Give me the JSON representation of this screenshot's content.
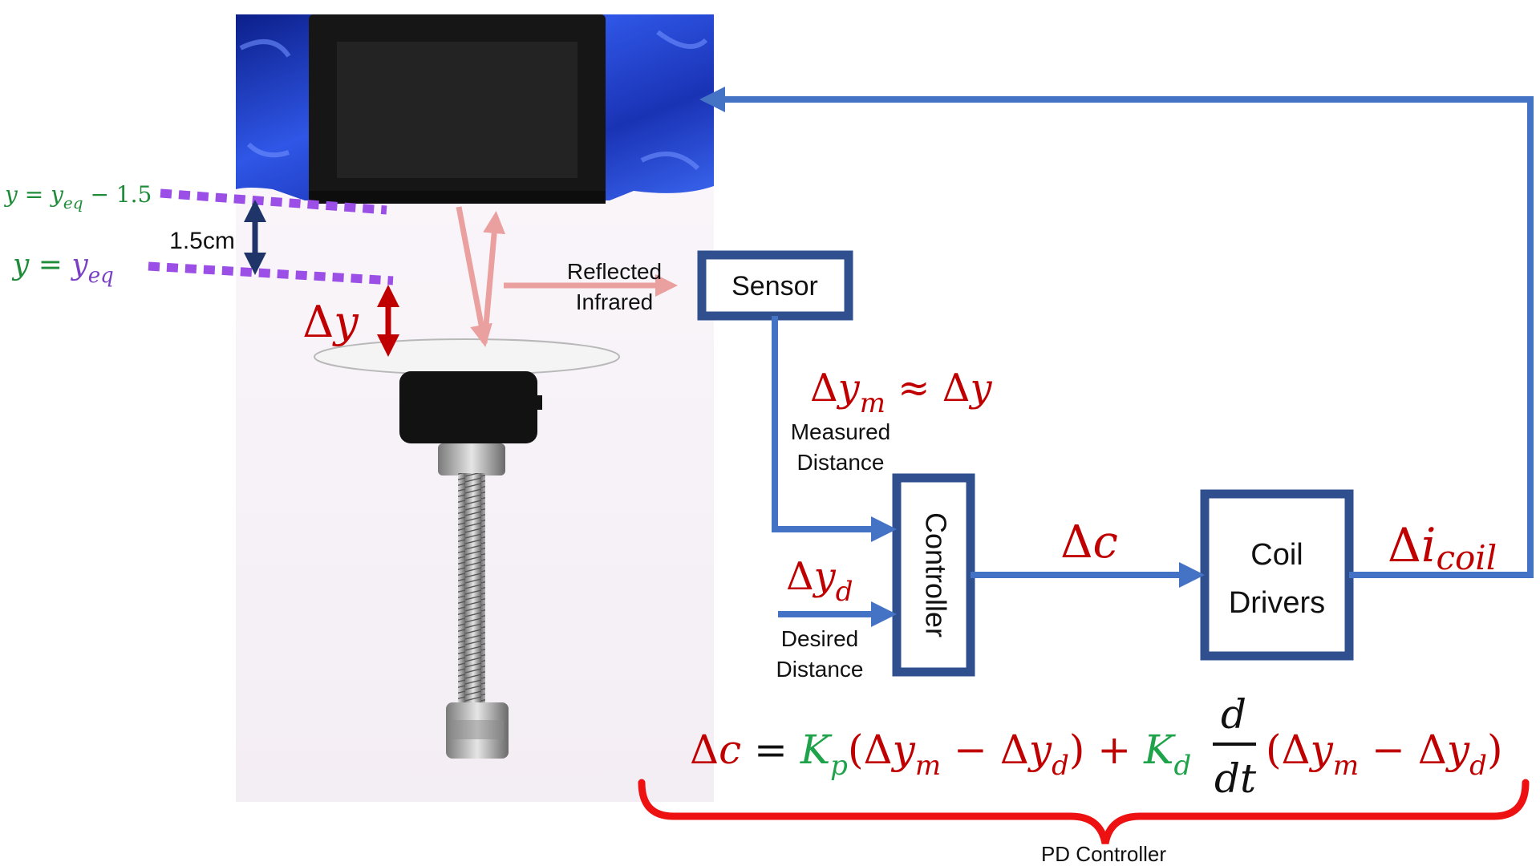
{
  "colors": {
    "loop_blue": "#4472c4",
    "box_border": "#2f4f8f",
    "math_red": "#c00000",
    "gain_green": "#1fa34a",
    "guide_purple": "#9b4fe6",
    "eq_green": "#1f8c3a",
    "dim_navy": "#1f3468",
    "ir_pink": "#eba0a0",
    "brace_red": "#ee1111"
  },
  "photo": {
    "description_icon": "levitation-photo",
    "magnet_color": "#1a1a1a",
    "tape_color": "#1f3fd6"
  },
  "labels": {
    "y_eq_minus": "y = yeq − 1.5",
    "y_eq": "y = yeq",
    "distance": "1.5cm",
    "delta_y": "Δy",
    "reflected": "Reflected",
    "infrared": "Infrared"
  },
  "blocks": {
    "sensor": "Sensor",
    "controller": "Controller",
    "coil_line1": "Coil",
    "coil_line2": "Drivers"
  },
  "signals": {
    "measured_math": "Δym ≈ Δy",
    "measured_line1": "Measured",
    "measured_line2": "Distance",
    "desired_math": "Δyd",
    "desired_line1": "Desired",
    "desired_line2": "Distance",
    "control_math": "Δc",
    "current_math": "Δicoil"
  },
  "equation": {
    "text": "Δc = Kp(Δym − Δyd) + Kd d/dt (Δym − Δyd)",
    "brace_label": "PD Controller"
  }
}
